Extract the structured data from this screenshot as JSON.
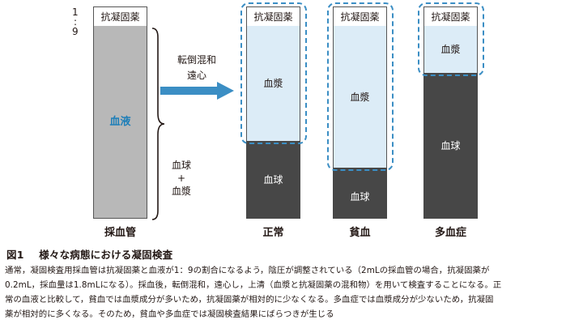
{
  "collection_tube": {
    "ratio_top": "1",
    "ratio_sep": ":",
    "ratio_bottom": "9",
    "anticoagulant": "抗凝固薬",
    "blood": "血液",
    "label": "採血管"
  },
  "brace_label": {
    "line1": "血球",
    "line2": "+",
    "line3": "血漿"
  },
  "arrow_label": {
    "line1": "転倒混和",
    "line2": "遠心"
  },
  "normal_tube": {
    "anticoagulant": "抗凝固薬",
    "plasma": "血漿",
    "cells": "血球",
    "label": "正常"
  },
  "anemia_tube": {
    "anticoagulant": "抗凝固薬",
    "plasma": "血漿",
    "cells": "血球",
    "label": "貧血"
  },
  "polycythemia_tube": {
    "anticoagulant": "抗凝固薬",
    "plasma": "血漿",
    "cells": "血球",
    "label": "多血症"
  },
  "colors": {
    "accent_blue": "#3b8ec4",
    "plasma": "#dcecf7",
    "blood_cells": "#474747",
    "whole_blood": "#b8b8b8"
  },
  "caption": {
    "figure_number": "図1",
    "title": "様々な病態における凝固検査",
    "lines": [
      "通常，凝固検査用採血管は抗凝固薬と血液が1：9の割合になるよう，陰圧が調整されている（2mLの採血管の場合，抗凝固薬が",
      "0.2mL，採血量は1.8mLになる）。採血後，転倒混和，遠心し，上清（血漿と抗凝固薬の混和物）を用いて検査することになる。正",
      "常の血液と比較して，貧血では血漿成分が多いため，抗凝固薬が相対的に少なくなる。多血症では血漿成分が少ないため，抗凝固",
      "薬が相対的に多くなる。そのため，貧血や多血症では凝固検査結果にばらつきが生じる"
    ]
  }
}
